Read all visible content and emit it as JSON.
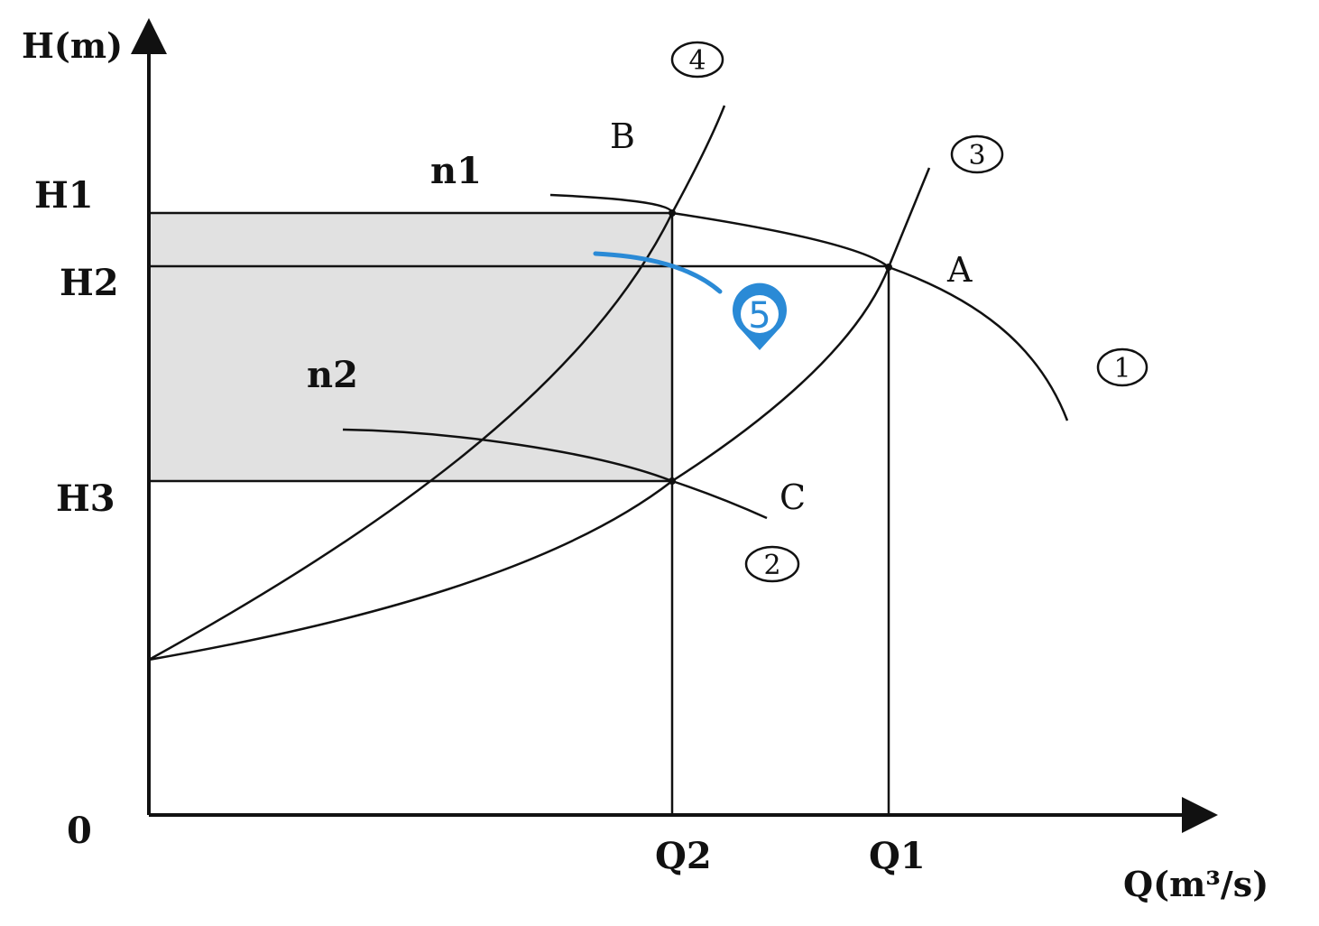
{
  "axes": {
    "y_title": "H(m)",
    "x_title": "Q(m³/s)",
    "origin": "0",
    "y_ticks": [
      "H1",
      "H2",
      "H3"
    ],
    "x_ticks": [
      "Q2",
      "Q1"
    ]
  },
  "curve_names": {
    "n1": "n1",
    "n2": "n2"
  },
  "points": {
    "A": "A",
    "B": "B",
    "C": "C"
  },
  "curve_numbers": [
    "1",
    "2",
    "3",
    "4"
  ],
  "callout": {
    "label": "5",
    "color": "#2a8ad6"
  },
  "colors": {
    "shaded_region": "#e1e1e1",
    "line": "#111111"
  }
}
